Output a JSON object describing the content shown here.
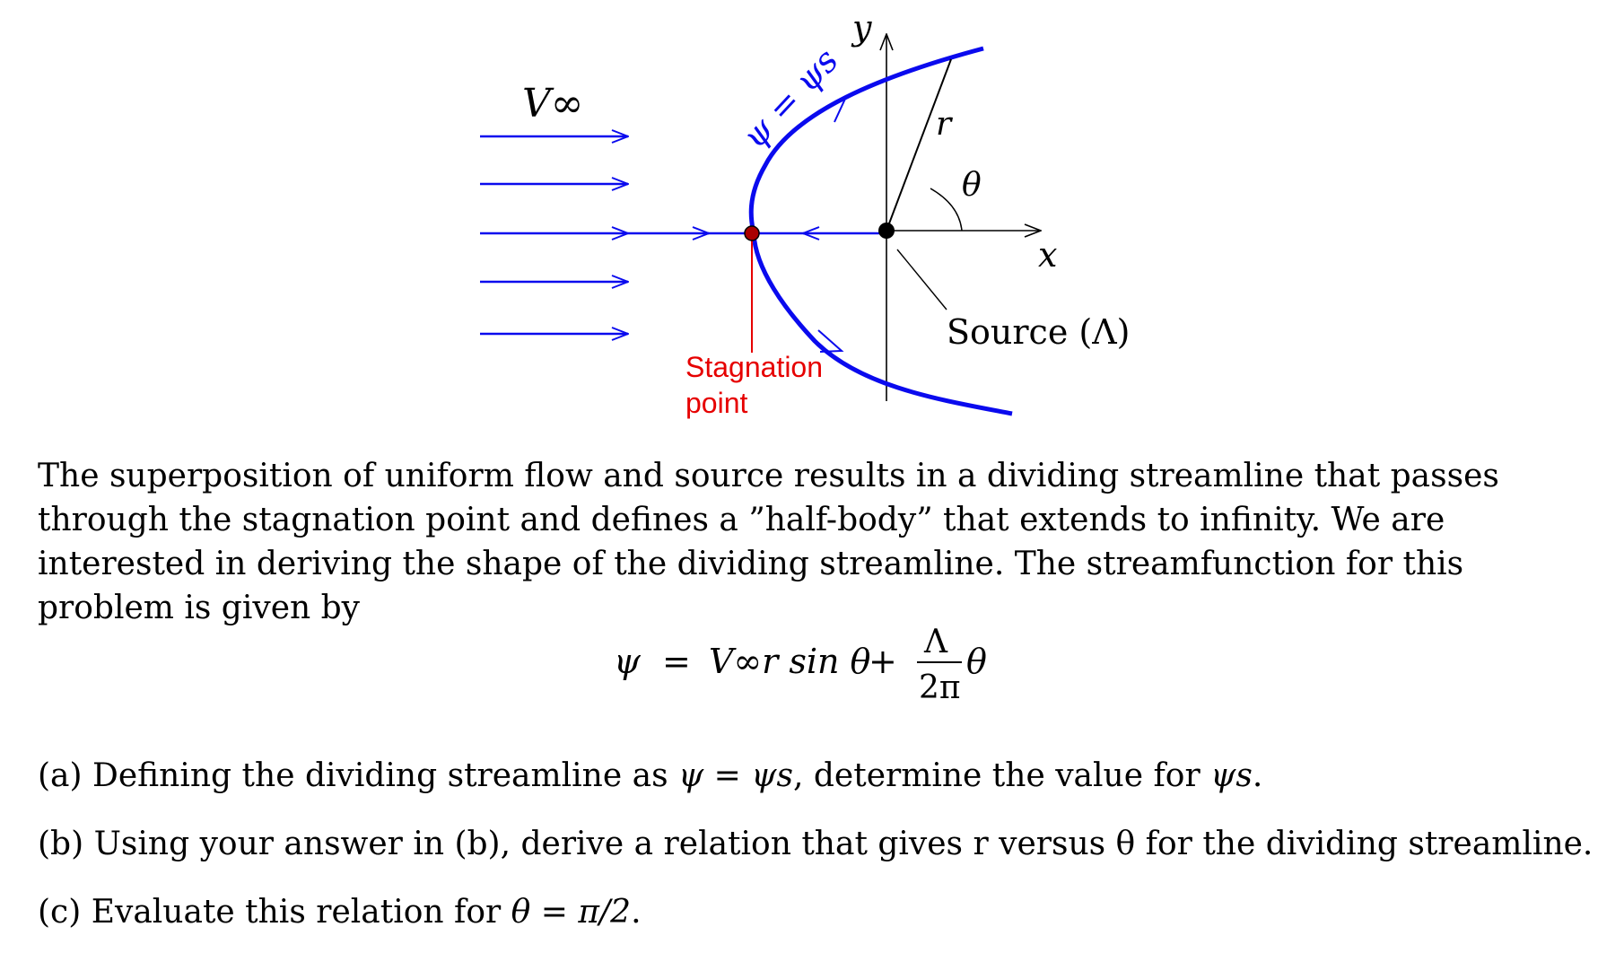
{
  "figure": {
    "freestream_label": "V∞",
    "y_axis_label": "y",
    "x_axis_label": "x",
    "r_label": "r",
    "theta_label": "θ",
    "streamline_label": "ψ = ψs",
    "source_label": "Source (Λ)",
    "stagnation_label_line1": "Stagnation",
    "stagnation_label_line2": "point",
    "colors": {
      "flow": "#0a0aee",
      "stagnation": "#e60000",
      "axes": "#000000",
      "stagnation_dot": "#aa0000"
    }
  },
  "paragraph": "The superposition of uniform flow and source results in a dividing streamline that passes through the stagnation point and defines a ”half-body” that extends to infinity. We are interested in deriving the shape of the dividing streamline. The streamfunction for this problem is given by",
  "equation": {
    "lhs": "ψ",
    "equals": "=",
    "term1": "V∞r sin θ",
    "plus": "+",
    "numerator": "Λ",
    "denominator": "2π",
    "trailing": "θ"
  },
  "questions": {
    "a_prefix": "(a) Defining the dividing streamline as ",
    "a_math": "ψ = ψs",
    "a_suffix": ", determine the value for ",
    "a_math2": "ψs",
    "a_end": ".",
    "b": "(b) Using your answer in (b), derive a relation that gives r versus θ for the dividing streamline.",
    "c_prefix": "(c) Evaluate this relation for ",
    "c_math": "θ = π/2",
    "c_end": "."
  }
}
